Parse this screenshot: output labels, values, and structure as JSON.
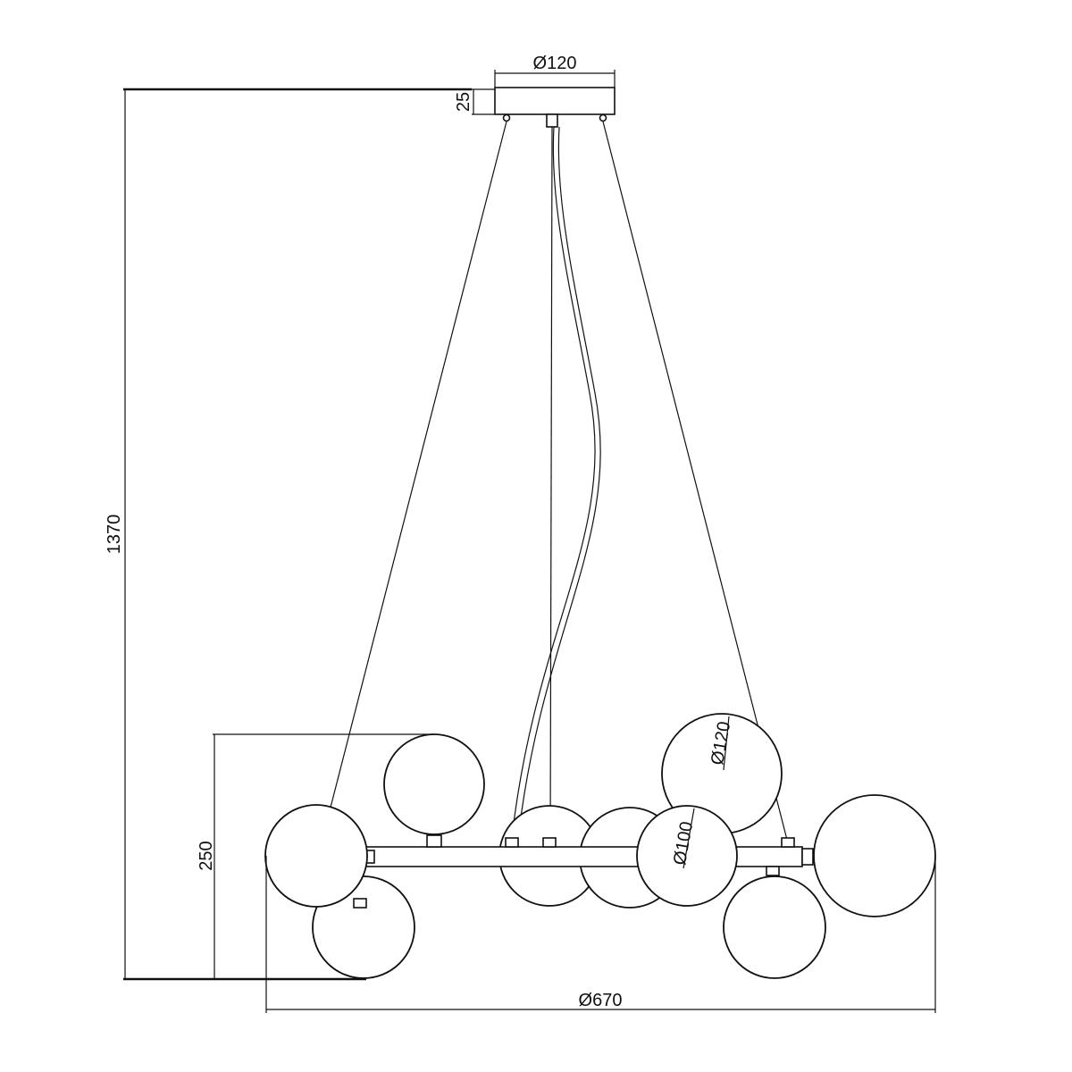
{
  "dimensions": {
    "canopy_diameter": "Ø120",
    "canopy_height": "25",
    "total_height": "1370",
    "body_height": "250",
    "overall_diameter": "Ø670",
    "large_globe_diameter": "Ø120",
    "small_globe_diameter": "Ø100"
  }
}
